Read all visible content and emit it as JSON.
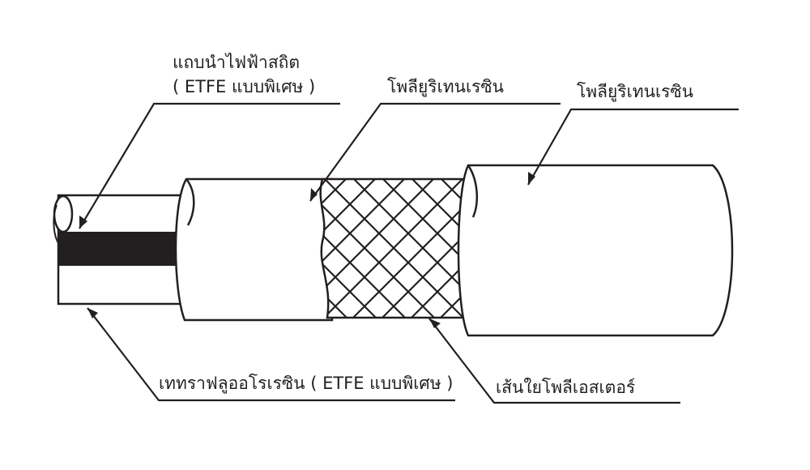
{
  "labels": {
    "conductive_strip": "แถบนำไฟฟ้าสถิต",
    "conductive_strip_material": "( ETFE แบบพิเศษ )",
    "middle_layer": "โพลียูริเทนเรซิน",
    "outer_cover": "โพลียูริเทนเรซิน",
    "inner_tube": "เททราฟลูออโรเรซิน ( ETFE แบบพิเศษ )",
    "braid": "เส้นใยโพลีเอสเตอร์"
  },
  "colors": {
    "line": "#231f20",
    "fill": "#ffffff",
    "strip": "#231f20"
  }
}
